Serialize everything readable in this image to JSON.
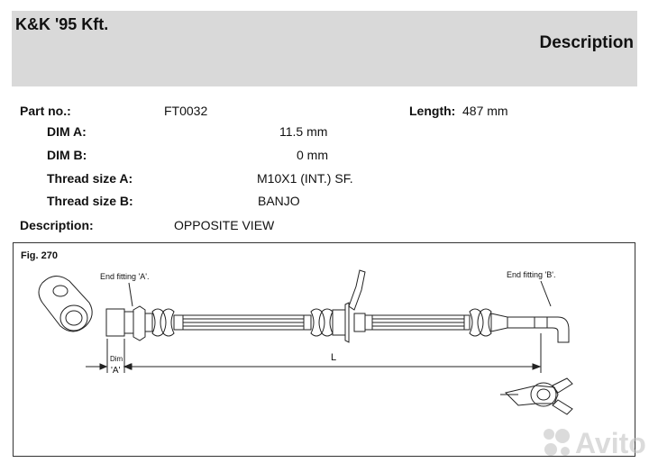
{
  "header": {
    "brand": "K&K '95 Kft.",
    "title": "Description"
  },
  "fields": {
    "part_no_label": "Part no.:",
    "part_no_value": "FT0032",
    "length_label": "Length:",
    "length_value": "487 mm",
    "dim_a_label": "DIM A:",
    "dim_a_value": "11.5 mm",
    "dim_b_label": "DIM B:",
    "dim_b_value": "0 mm",
    "thread_a_label": "Thread size A:",
    "thread_a_value": "M10X1 (INT.) SF.",
    "thread_b_label": "Thread size B:",
    "thread_b_value": "BANJO",
    "description_label": "Description:",
    "description_value": "OPPOSITE VIEW"
  },
  "figure": {
    "label": "Fig. 270",
    "end_fitting_a": "End fitting 'A'.",
    "end_fitting_b": "End fitting 'B'.",
    "dim_label": "Dim",
    "a_label": "'A'",
    "length_label": "L"
  },
  "watermark": {
    "text": "Avito",
    "color": "#bbbbbb"
  }
}
